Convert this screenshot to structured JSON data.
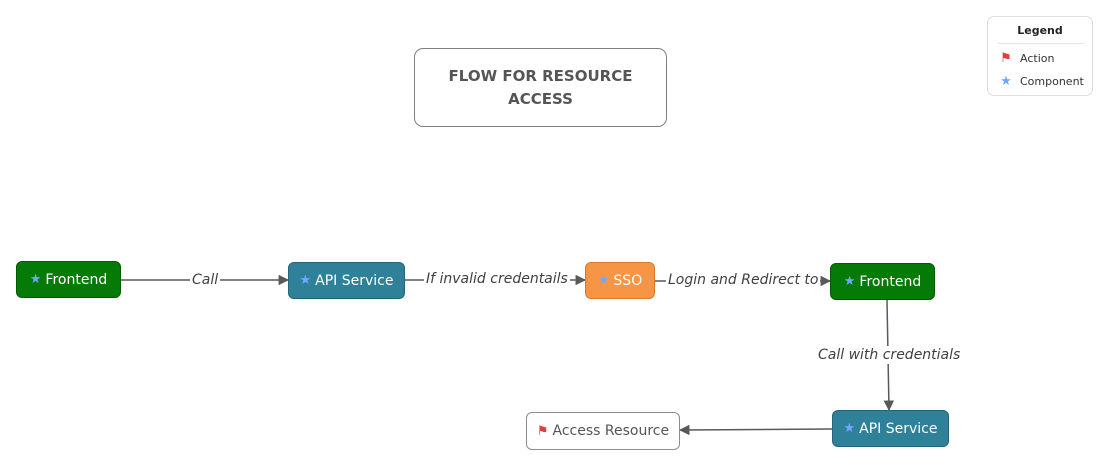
{
  "title": "FLOW FOR RESOURCE ACCESS",
  "colors": {
    "frontend": "#067a06",
    "api_service": "#2f8199",
    "sso": "#f79546",
    "edge": "#595959",
    "action_icon": "#e23c3c",
    "component_icon": "#6fa8ff"
  },
  "nodes": {
    "frontend_1": {
      "label": "Frontend",
      "icon": "star-icon",
      "kind": "Component"
    },
    "api_service_1": {
      "label": "API Service",
      "icon": "star-icon",
      "kind": "Component"
    },
    "sso": {
      "label": "SSO",
      "icon": "star-icon",
      "kind": "Component"
    },
    "frontend_2": {
      "label": "Frontend",
      "icon": "star-icon",
      "kind": "Component"
    },
    "api_service_2": {
      "label": "API Service",
      "icon": "star-icon",
      "kind": "Component"
    },
    "access_resource": {
      "label": "Access Resource",
      "icon": "flag-icon",
      "kind": "Action"
    }
  },
  "edges": [
    {
      "from": "frontend_1",
      "to": "api_service_1",
      "label": "Call"
    },
    {
      "from": "api_service_1",
      "to": "sso",
      "label": "If invalid credentails"
    },
    {
      "from": "sso",
      "to": "frontend_2",
      "label": "Login and Redirect to"
    },
    {
      "from": "frontend_2",
      "to": "api_service_2",
      "label": "Call with credentials"
    },
    {
      "from": "api_service_2",
      "to": "access_resource",
      "label": ""
    }
  ],
  "legend": {
    "title": "Legend",
    "items": [
      {
        "label": "Action",
        "icon": "flag-icon"
      },
      {
        "label": "Component",
        "icon": "star-icon"
      }
    ]
  }
}
